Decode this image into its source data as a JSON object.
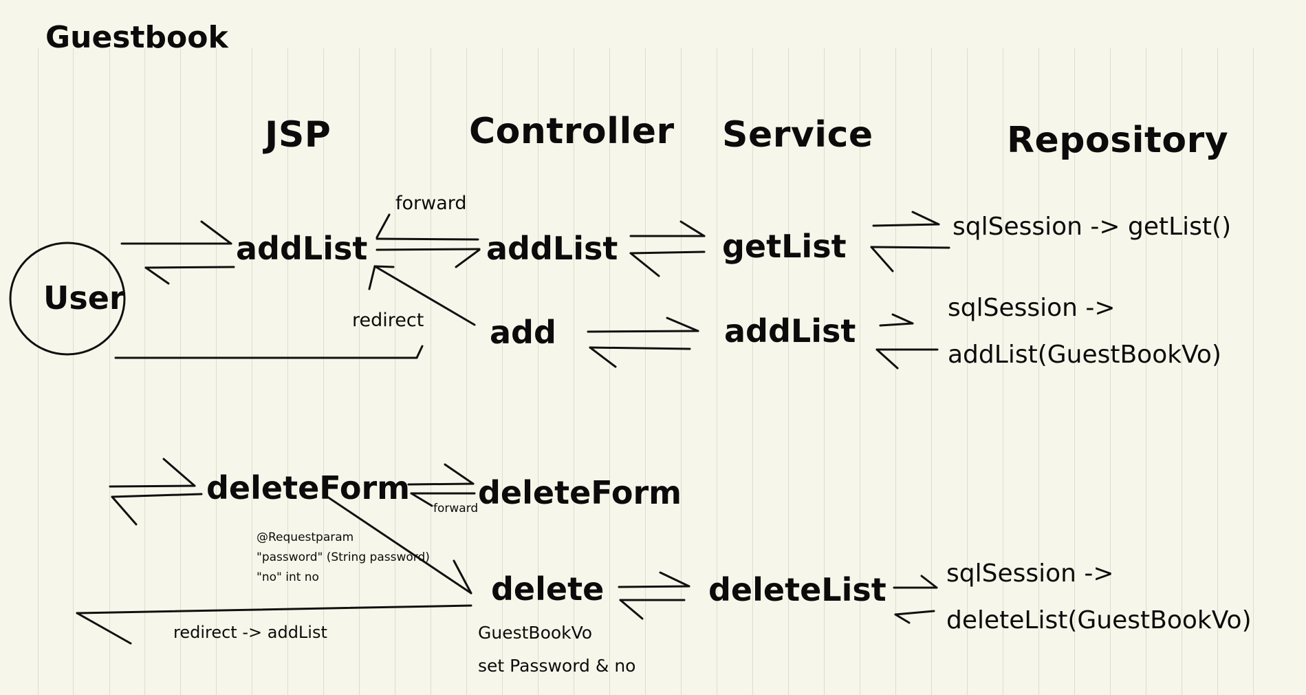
{
  "title": "Guestbook",
  "columns": {
    "jsp": "JSP",
    "controller": "Controller",
    "service": "Service",
    "repository": "Repository"
  },
  "actor": "User",
  "row1": {
    "jsp": "addList",
    "controller": "addList",
    "service": "getList",
    "repository": "sqlSession -> getList()",
    "forward_label": "forward"
  },
  "row2": {
    "redirect_label": "redirect",
    "controller": "add",
    "service": "addList",
    "repository_line1": "sqlSession ->",
    "repository_line2": "addList(GuestBookVo)"
  },
  "row3": {
    "jsp": "deleteForm",
    "forward_label": "forward",
    "controller": "deleteForm"
  },
  "row4": {
    "param_line1": "@Requestparam",
    "param_line2": "\"password\" (String password)",
    "param_line3": "\"no\" int no",
    "controller": "delete",
    "service": "deleteList",
    "repository_line1": "sqlSession ->",
    "repository_line2": "deleteList(GuestBookVo)",
    "redirect_label": "redirect -> addList",
    "note_line1": "GuestBookVo",
    "note_line2": "set Password & no"
  }
}
